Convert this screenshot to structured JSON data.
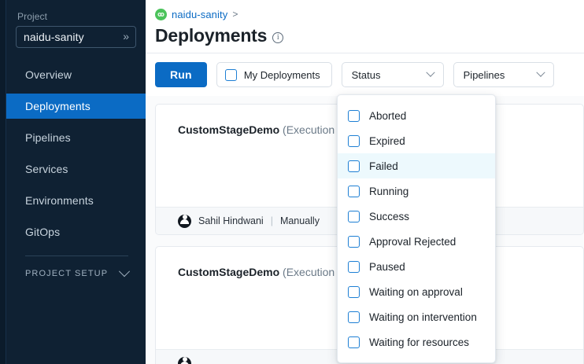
{
  "sidebar": {
    "project_label": "Project",
    "project_value": "naidu-sanity",
    "project_expand_icon": "chevron-double-right-icon",
    "items": [
      {
        "label": "Overview",
        "active": false
      },
      {
        "label": "Deployments",
        "active": true
      },
      {
        "label": "Pipelines",
        "active": false
      },
      {
        "label": "Services",
        "active": false
      },
      {
        "label": "Environments",
        "active": false
      },
      {
        "label": "GitOps",
        "active": false
      }
    ],
    "setup_label": "PROJECT SETUP",
    "setup_icon": "chevron-down-icon"
  },
  "header": {
    "breadcrumb_icon": "project-infinity-icon",
    "breadcrumb_link": "naidu-sanity",
    "breadcrumb_separator": ">",
    "title": "Deployments",
    "info_icon": "info-icon",
    "info_glyph": "i"
  },
  "toolbar": {
    "run_label": "Run",
    "my_deployments_label": "My Deployments",
    "my_deployments_checked": false,
    "status_label": "Status",
    "pipelines_label": "Pipelines",
    "chevron_icon": "chevron-down-icon",
    "checkbox_icon": "checkbox-unchecked-icon"
  },
  "status_dropdown": {
    "open": true,
    "highlighted": "Failed",
    "options": [
      {
        "label": "Aborted",
        "checked": false
      },
      {
        "label": "Expired",
        "checked": false
      },
      {
        "label": "Failed",
        "checked": false
      },
      {
        "label": "Running",
        "checked": false
      },
      {
        "label": "Success",
        "checked": false
      },
      {
        "label": "Approval Rejected",
        "checked": false
      },
      {
        "label": "Paused",
        "checked": false
      },
      {
        "label": "Waiting on approval",
        "checked": false
      },
      {
        "label": "Waiting on intervention",
        "checked": false
      },
      {
        "label": "Waiting for resources",
        "checked": false
      }
    ]
  },
  "cards": [
    {
      "name": "CustomStageDemo",
      "execution_text": "(Execution Id",
      "user": "Sahil Hindwani",
      "trigger": "Manually",
      "divider": "|",
      "avatar_icon": "user-avatar-icon"
    },
    {
      "name": "CustomStageDemo",
      "execution_text": "(Execution Id",
      "user": "",
      "trigger": "",
      "divider": "|",
      "avatar_icon": "user-avatar-icon"
    }
  ],
  "colors": {
    "accent": "#0b6bc4",
    "sidebar_bg": "#0f2133",
    "rail_bg": "#0b1b2b",
    "highlight_row": "#edf9fd",
    "breadcrumb_icon_bg": "#4bc35b",
    "checkbox_border": "#1d7fd4"
  }
}
